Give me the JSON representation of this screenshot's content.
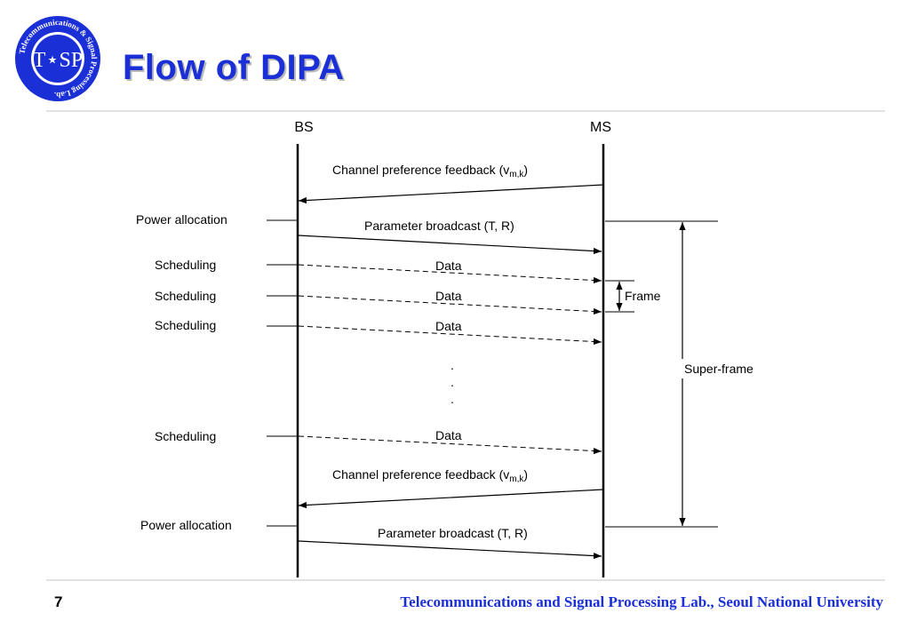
{
  "logo": {
    "center_text": "T⋆SP",
    "ring_text": "Telecommunications & Signal Processing Lab.",
    "ring_color": "#1a2fd6"
  },
  "title": "Flow of DIPA",
  "diagram": {
    "entities": {
      "left": "BS",
      "right": "MS"
    },
    "feedback": {
      "text": "Channel preference feedback (v",
      "subscript": "m,k",
      "close": ")"
    },
    "broadcast_label": "Parameter broadcast (T, R)",
    "data_label": "Data",
    "bs_events": {
      "power_allocation": "Power allocation",
      "scheduling": "Scheduling"
    },
    "ellipsis": [
      ".",
      ".",
      "."
    ],
    "frame_label": "Frame",
    "superframe_label": "Super-frame"
  },
  "footer": {
    "page_number": "7",
    "lab": "Telecommunications and Signal Processing Lab., Seoul National University"
  },
  "colors": {
    "accent": "#1a2fd6",
    "rule": "#e2e2e2",
    "ink": "#000000"
  }
}
